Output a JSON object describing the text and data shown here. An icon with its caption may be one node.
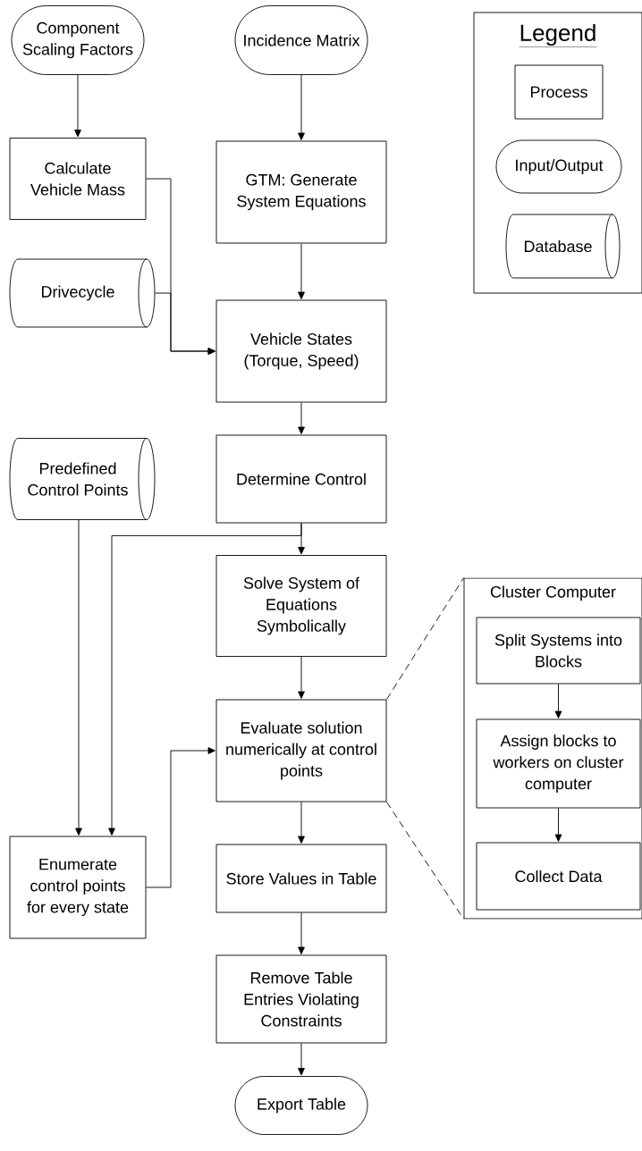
{
  "diagram": {
    "nodes": [
      {
        "text": [
          "Component Scaling Factors"
        ]
      },
      {
        "text": [
          "Incidence Matrix"
        ]
      },
      {
        "text": [
          "Calculate Vehicle Mass"
        ]
      },
      {
        "text": [
          "GTM: Generate System Equations"
        ]
      },
      {
        "text": [
          "Drivecycle"
        ]
      },
      {
        "text": [
          "Vehicle States (Torque, Speed)"
        ]
      },
      {
        "text": [
          "Predefined Control Points"
        ]
      },
      {
        "text": [
          "Determine Control"
        ]
      },
      {
        "text": [
          "Solve System of Equations Symbolically"
        ]
      },
      {
        "text": [
          "Evaluate solution numerically at control points"
        ]
      },
      {
        "text": [
          "Enumerate control points for every state"
        ]
      },
      {
        "text": [
          "Store Values in Table"
        ]
      },
      {
        "text": [
          "Remove Table Entries Violating Constraints"
        ]
      },
      {
        "text": [
          "Export Table"
        ]
      },
      {
        "text": [
          "Cluster Computer"
        ]
      },
      {
        "text": [
          "Split Systems into Blocks"
        ],
        "in": 14
      },
      {
        "text": [
          "Assign blocks to workers on cluster computer"
        ],
        "in": 14
      },
      {
        "text": [
          "Collect Data"
        ],
        "in": 14
      }
    ],
    "edges": [
      {
        "from": 0,
        "to": 2,
        "arrow": "to"
      },
      {
        "from": 1,
        "to": 3,
        "arrow": "to"
      },
      {
        "from": 2,
        "to": 5,
        "arrow": "to"
      },
      {
        "from": 4,
        "to": 5,
        "arrow": "to"
      },
      {
        "from": 3,
        "to": 5,
        "arrow": "to"
      },
      {
        "from": 5,
        "to": 7,
        "arrow": "to"
      },
      {
        "from": 7,
        "to": 8,
        "arrow": "to"
      },
      {
        "from": 7,
        "to": 10,
        "arrow": "to"
      },
      {
        "from": 6,
        "to": 10,
        "arrow": "to"
      },
      {
        "from": 8,
        "to": 9,
        "arrow": "to"
      },
      {
        "from": 10,
        "to": 9,
        "arrow": "to"
      },
      {
        "from": 9,
        "to": 11,
        "arrow": "to"
      },
      {
        "from": 11,
        "to": 12,
        "arrow": "to"
      },
      {
        "from": 12,
        "to": 13,
        "arrow": "to"
      },
      {
        "from": 9,
        "to": 14,
        "arrow": "none",
        "style": "dashed"
      },
      {
        "from": 9,
        "to": 14,
        "arrow": "none",
        "style": "dashed"
      },
      {
        "from": 15,
        "to": 16,
        "arrow": "to"
      },
      {
        "from": 16,
        "to": 17,
        "arrow": "to"
      }
    ],
    "labels": [
      "Legend"
    ],
    "legend": [
      {
        "text": "Process"
      },
      {
        "text": "Input/Output"
      },
      {
        "text": "Database"
      }
    ]
  }
}
